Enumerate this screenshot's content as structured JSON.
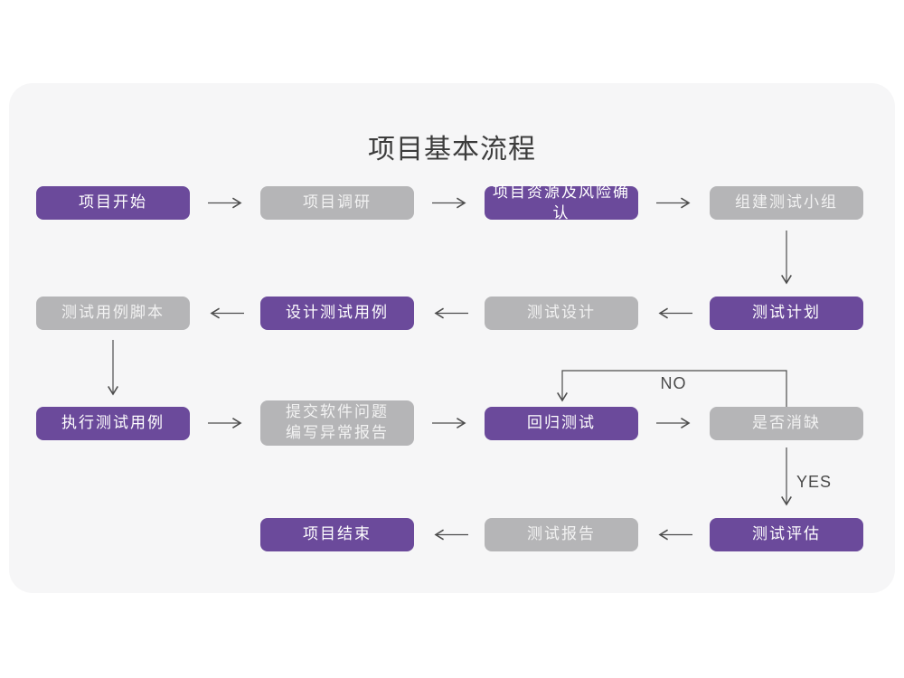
{
  "page": {
    "title": "项目基本流程"
  },
  "colors": {
    "card_background": "#f6f6f7",
    "node_purple": "#6b4a9b",
    "node_gray": "#b5b5b7",
    "node_text_on_purple": "#ffffff",
    "node_text_on_gray": "#f2f2f2",
    "arrow": "#4d4d4d",
    "title_text": "#3c3c3c"
  },
  "labels": {
    "no": "NO",
    "yes": "YES"
  },
  "nodes": [
    {
      "id": "project-start",
      "label": "项目开始",
      "variant": "purple"
    },
    {
      "id": "project-research",
      "label": "项目调研",
      "variant": "gray"
    },
    {
      "id": "resource-risk-confirm",
      "label": "项目资源及风险确认",
      "variant": "purple"
    },
    {
      "id": "build-test-team",
      "label": "组建测试小组",
      "variant": "gray"
    },
    {
      "id": "test-case-script",
      "label": "测试用例脚本",
      "variant": "gray"
    },
    {
      "id": "design-test-case",
      "label": "设计测试用例",
      "variant": "purple"
    },
    {
      "id": "test-design",
      "label": "测试设计",
      "variant": "gray"
    },
    {
      "id": "test-plan",
      "label": "测试计划",
      "variant": "purple"
    },
    {
      "id": "execute-test-case",
      "label": "执行测试用例",
      "variant": "purple"
    },
    {
      "id": "submit-issue-report",
      "label": "提交软件问题\n编写异常报告",
      "variant": "gray"
    },
    {
      "id": "regression-test",
      "label": "回归测试",
      "variant": "purple"
    },
    {
      "id": "defect-cleared",
      "label": "是否消缺",
      "variant": "gray"
    },
    {
      "id": "project-end",
      "label": "项目结束",
      "variant": "purple"
    },
    {
      "id": "test-report",
      "label": "测试报告",
      "variant": "gray"
    },
    {
      "id": "test-evaluation",
      "label": "测试评估",
      "variant": "purple"
    }
  ],
  "edges": [
    {
      "from": "项目开始",
      "to": "项目调研"
    },
    {
      "from": "项目调研",
      "to": "项目资源及风险确认"
    },
    {
      "from": "项目资源及风险确认",
      "to": "组建测试小组"
    },
    {
      "from": "组建测试小组",
      "to": "测试计划"
    },
    {
      "from": "测试计划",
      "to": "测试设计"
    },
    {
      "from": "测试设计",
      "to": "设计测试用例"
    },
    {
      "from": "设计测试用例",
      "to": "测试用例脚本"
    },
    {
      "from": "测试用例脚本",
      "to": "执行测试用例"
    },
    {
      "from": "执行测试用例",
      "to": "提交软件问题 编写异常报告"
    },
    {
      "from": "提交软件问题 编写异常报告",
      "to": "回归测试"
    },
    {
      "from": "回归测试",
      "to": "是否消缺"
    },
    {
      "from": "是否消缺",
      "to": "回归测试",
      "label": "NO"
    },
    {
      "from": "是否消缺",
      "to": "测试评估",
      "label": "YES"
    },
    {
      "from": "测试评估",
      "to": "测试报告"
    },
    {
      "from": "测试报告",
      "to": "项目结束"
    }
  ]
}
